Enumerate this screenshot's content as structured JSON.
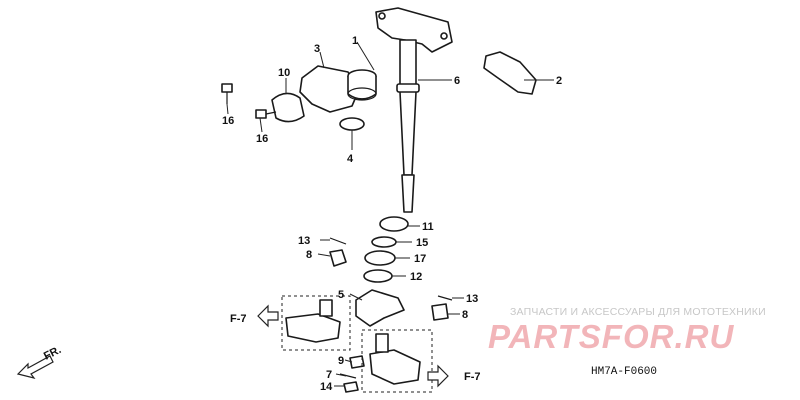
{
  "callouts": {
    "n1": "1",
    "n2": "2",
    "n3": "3",
    "n4": "4",
    "n5": "5",
    "n6": "6",
    "n7": "7",
    "n8a": "8",
    "n8b": "8",
    "n9": "9",
    "n10": "10",
    "n11": "11",
    "n12": "12",
    "n13a": "13",
    "n13b": "13",
    "n14": "14",
    "n15": "15",
    "n16a": "16",
    "n16b": "16",
    "n17": "17"
  },
  "references": {
    "left": "F-7",
    "right": "F-7",
    "direction": "FR."
  },
  "watermark": {
    "text": "ЗАПЧАСТИ И АКСЕССУАРЫ ДЛЯ МОТОТЕХНИКИ",
    "logo": "PARTSFOR.RU"
  },
  "diagram_code": "HM7A-F0600"
}
